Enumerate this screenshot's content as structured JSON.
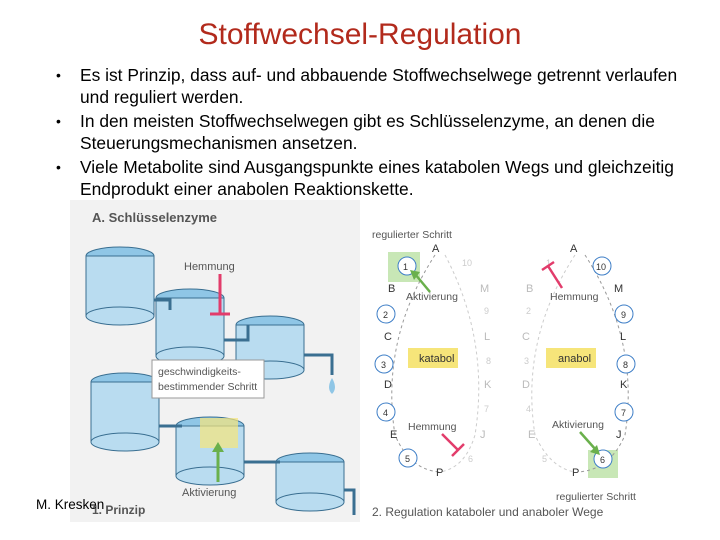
{
  "title": "Stoffwechsel-Regulation",
  "bullets": [
    "Es ist Prinzip, dass auf- und abbauende Stoffwechselwege getrennt verlaufen und reguliert werden.",
    "In den meisten Stoffwechselwegen gibt es Schlüsselenzyme, an denen die Steuerungsmechanismen ansetzen.",
    "Viele Metabolite sind Ausgangspunkte eines katabolen Wegs und gleichzeitig Endprodukt einer anabolen Reaktionskette."
  ],
  "figure": {
    "section_a": "A. Schlüsselenzyme",
    "hemmung": "Hemmung",
    "geschwindigkeit": "geschwindigkeits-",
    "bestimmender": "bestimmender Schritt",
    "aktivierung": "Aktivierung",
    "prinzip": "1. Prinzip",
    "regulierter_top": "regulierter Schritt",
    "regulierter_bottom": "regulierter Schritt",
    "katabol": "katabol",
    "anabol": "anabol",
    "aktivierung_left": "Aktivierung",
    "hemmung_left": "Hemmung",
    "hemmung_right": "Hemmung",
    "aktivierung_right": "Aktivierung",
    "caption2": "2. Regulation kataboler und anaboler Wege",
    "letters_left": [
      "A",
      "B",
      "C",
      "D",
      "E",
      "P"
    ],
    "letters_mid_left": [
      "M",
      "L",
      "K",
      "J"
    ],
    "letters_mid_right": [
      "B",
      "C",
      "D",
      "E"
    ],
    "letters_right": [
      "A",
      "M",
      "L",
      "K",
      "J",
      "P"
    ],
    "num_left": [
      "1",
      "2",
      "3",
      "4",
      "5"
    ],
    "num_right": [
      "10",
      "9",
      "8",
      "7",
      "6"
    ],
    "faint_left": [
      "10",
      "9",
      "8",
      "7",
      "6"
    ],
    "faint_right": [
      "1",
      "2",
      "3",
      "4",
      "5"
    ],
    "colors": {
      "title": "#b22a1c",
      "green": "#6ab04c",
      "pink": "#e23c6b",
      "highlight": "#f6e57a",
      "blue": "#3f7fc7",
      "water": "#bfe0f2"
    }
  },
  "author": "M. Kresken"
}
